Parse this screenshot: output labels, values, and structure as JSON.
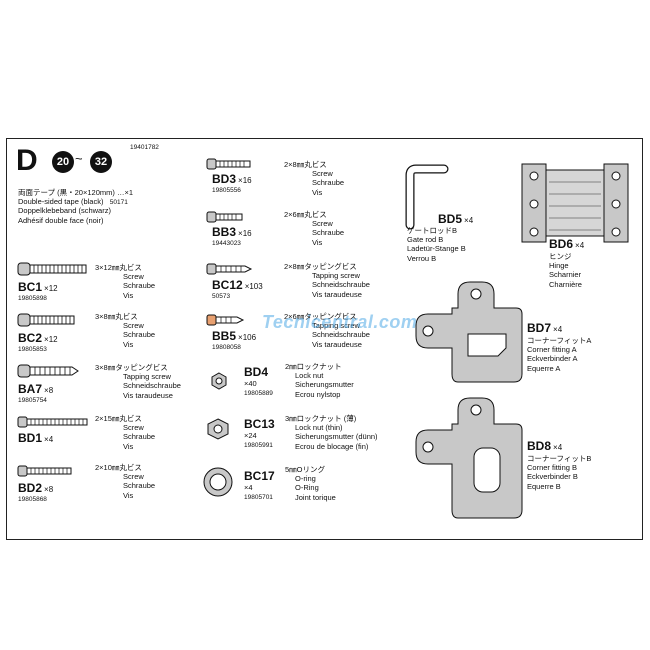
{
  "header": {
    "step_letter": "D",
    "step_from": "20",
    "step_tilde": "~",
    "step_to": "32",
    "bag_code": "19401782"
  },
  "tape": {
    "lines": [
      "両面テープ (黒・20×120mm) …×1",
      "Double-sided tape (black)",
      "Doppelklebeband (schwarz)",
      "Adhésif double face (noir)"
    ],
    "part_no": "50171"
  },
  "parts": {
    "BC1": {
      "code": "BC1",
      "qty": "×12",
      "pn": "19805898",
      "lines": [
        "3×12㎜丸ビス",
        "Screw",
        "Schraube",
        "Vis"
      ]
    },
    "BC2": {
      "code": "BC2",
      "qty": "×12",
      "pn": "19805853",
      "lines": [
        "3×8㎜丸ビス",
        "Screw",
        "Schraube",
        "Vis"
      ]
    },
    "BA7": {
      "code": "BA7",
      "qty": "×8",
      "pn": "19805754",
      "lines": [
        "3×8㎜タッピングビス",
        "Tapping screw",
        "Schneidschraube",
        "Vis taraudeuse"
      ]
    },
    "BD1": {
      "code": "BD1",
      "qty": "×4",
      "pn": "",
      "lines": [
        "2×15㎜丸ビス",
        "Screw",
        "Schraube",
        "Vis"
      ]
    },
    "BD2": {
      "code": "BD2",
      "qty": "×8",
      "pn": "19805868",
      "lines": [
        "2×10㎜丸ビス",
        "Screw",
        "Schraube",
        "Vis"
      ]
    },
    "BD3": {
      "code": "BD3",
      "qty": "×16",
      "pn": "19805556",
      "lines": [
        "2×8㎜丸ビス",
        "Screw",
        "Schraube",
        "Vis"
      ]
    },
    "BB3": {
      "code": "BB3",
      "qty": "×16",
      "pn": "19443023",
      "lines": [
        "2×6㎜丸ビス",
        "Screw",
        "Schraube",
        "Vis"
      ]
    },
    "BC12": {
      "code": "BC12",
      "qty": "×103",
      "pn": "50573",
      "lines": [
        "2×8㎜タッピングビス",
        "Tapping screw",
        "Schneidschraube",
        "Vis taraudeuse"
      ]
    },
    "BB5": {
      "code": "BB5",
      "qty": "×106",
      "pn": "19808058",
      "lines": [
        "2×6㎜タッピングビス",
        "Tapping screw",
        "Schneidschraube",
        "Vis taraudeuse"
      ]
    },
    "BD4": {
      "code": "BD4",
      "qty": "×40",
      "pn": "19805889",
      "lines": [
        "2㎜ロックナット",
        "Lock nut",
        "Sicherungsmutter",
        "Ecrou nylstop"
      ]
    },
    "BC13": {
      "code": "BC13",
      "qty": "×24",
      "pn": "19805991",
      "lines": [
        "3㎜ロックナット (薄)",
        "Lock nut (thin)",
        "Sicherungsmutter (dünn)",
        "Ecrou de blocage (fin)"
      ]
    },
    "BC17": {
      "code": "BC17",
      "qty": "×4",
      "pn": "19805701",
      "lines": [
        "5㎜Oリング",
        "O-ring",
        "O-Ring",
        "Joint torique"
      ]
    },
    "BD5": {
      "code": "BD5",
      "qty": "×4",
      "lines": [
        "ゲートロッドB",
        "Gate rod B",
        "Ladetür-Stange B",
        "Verrou B"
      ]
    },
    "BD6": {
      "code": "BD6",
      "qty": "×4",
      "lines": [
        "ヒンジ",
        "Hinge",
        "Scharnier",
        "Charnière"
      ]
    },
    "BD7": {
      "code": "BD7",
      "qty": "×4",
      "lines": [
        "コーナーフィットA",
        "Corner fitting A",
        "Eckverbinder A",
        "Equerre A"
      ]
    },
    "BD8": {
      "code": "BD8",
      "qty": "×4",
      "lines": [
        "コーナーフィットB",
        "Corner fitting B",
        "Eckverbinder B",
        "Equerre B"
      ]
    }
  },
  "watermark": "Tecnicentral.com",
  "colors": {
    "ink": "#111111",
    "part_fill": "#c8c8c8",
    "watermark": "#50aae6"
  }
}
